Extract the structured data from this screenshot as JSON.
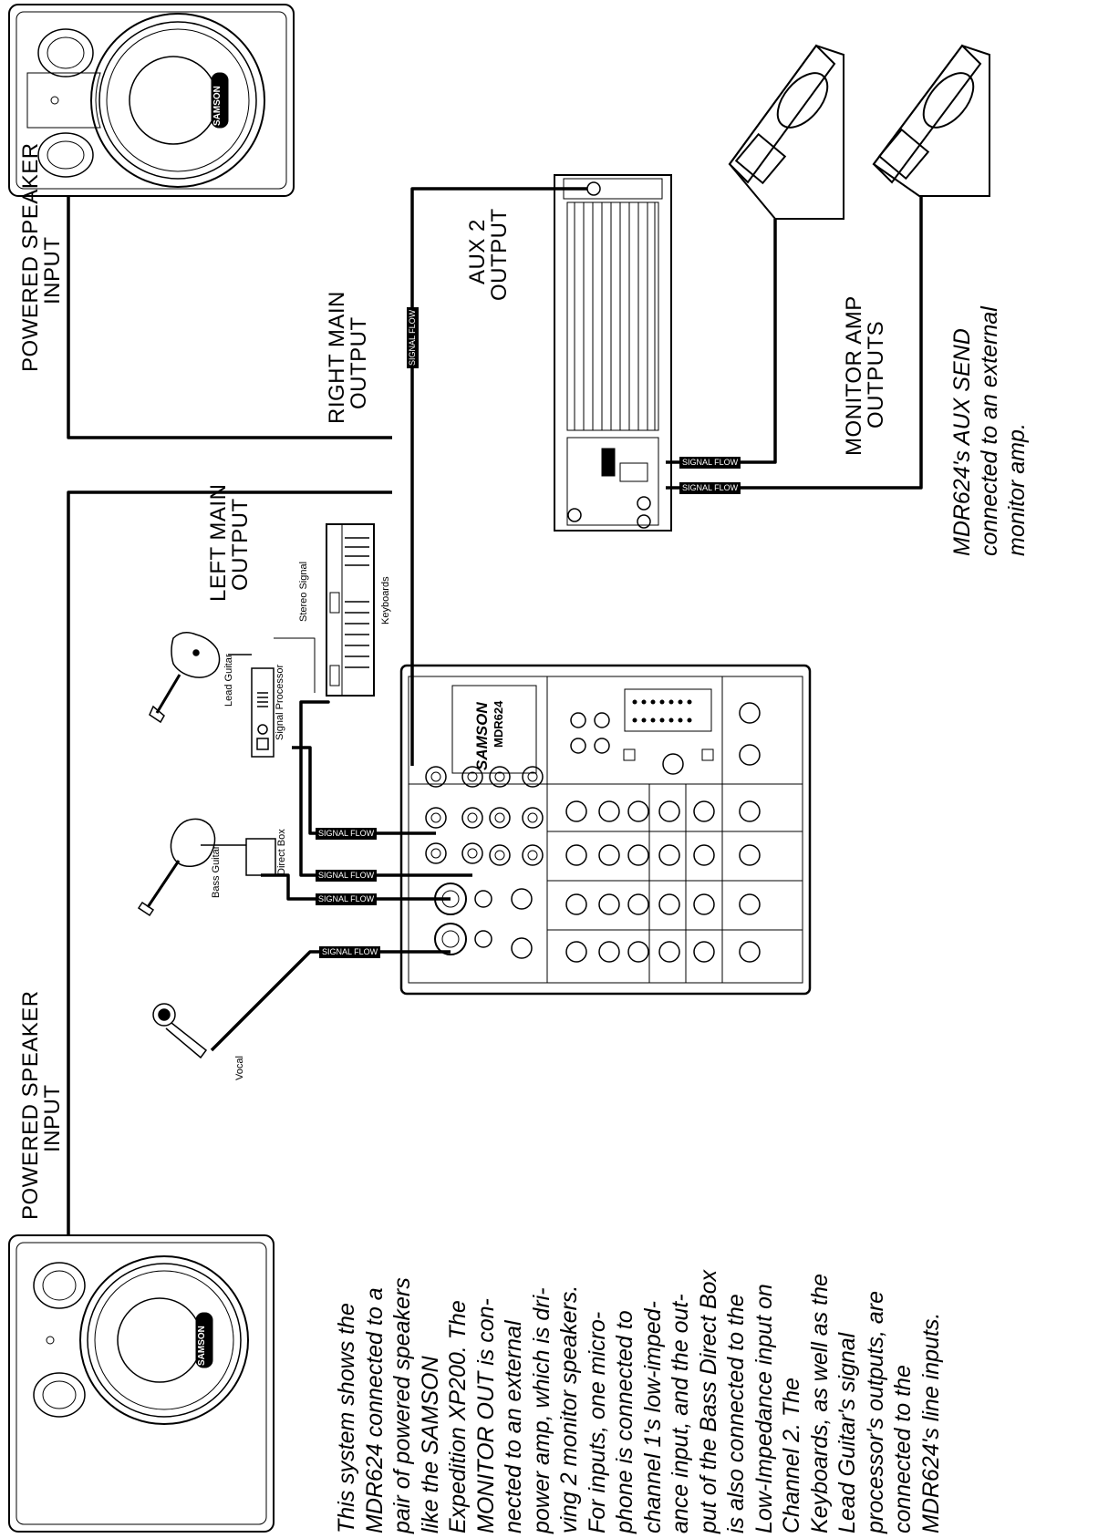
{
  "labels": {
    "powered_speaker_top": [
      "POWERED SPEAKER",
      "INPUT"
    ],
    "powered_speaker_bottom": [
      "POWERED SPEAKER",
      "INPUT"
    ],
    "right_main_output": [
      "RIGHT MAIN",
      "OUTPUT"
    ],
    "left_main_output": [
      "LEFT MAIN",
      "OUTPUT"
    ],
    "aux2_output": [
      "AUX 2",
      "OUTPUT"
    ],
    "monitor_amp_outputs": [
      "MONITOR AMP",
      "OUTPUTS"
    ],
    "aux_send_note": [
      "MDR624's AUX SEND",
      "connected to an external",
      "monitor amp."
    ],
    "keyboards": "Keyboards",
    "stereo_signal": "Stereo Signal",
    "signal_processor": "Signal Processor",
    "lead_guitar": "Lead Guitar",
    "direct_box": "Direct Box",
    "bass_guitar": "Bass Guitar",
    "vocal": "Vocal",
    "signal_flow": "SIGNAL FLOW",
    "speaker_brand": "SAMSON",
    "mixer_brand": "SAMSON",
    "mixer_model": "MDR624"
  },
  "description": [
    "This system shows the",
    "MDR624 connected to a",
    "pair of powered speakers",
    "like the SAMSON",
    "Expedition XP200.  The",
    "MONITOR OUT is con-",
    "nected to an external",
    "power amp, which is dri-",
    "ving 2 monitor speakers.",
    "For inputs, one micro-",
    "phone is connected to",
    "channel 1's low-imped-",
    "ance input, and the out-",
    "put of the Bass Direct Box",
    "is also connected to the",
    "Low-Impedance input on",
    "Channel 2.  The",
    "Keyboards, as well as the",
    "Lead  Guitar's signal",
    "processor's outputs, are",
    "connected to the",
    "MDR624's line inputs."
  ],
  "colors": {
    "ink": "#000000",
    "paper": "#ffffff"
  }
}
